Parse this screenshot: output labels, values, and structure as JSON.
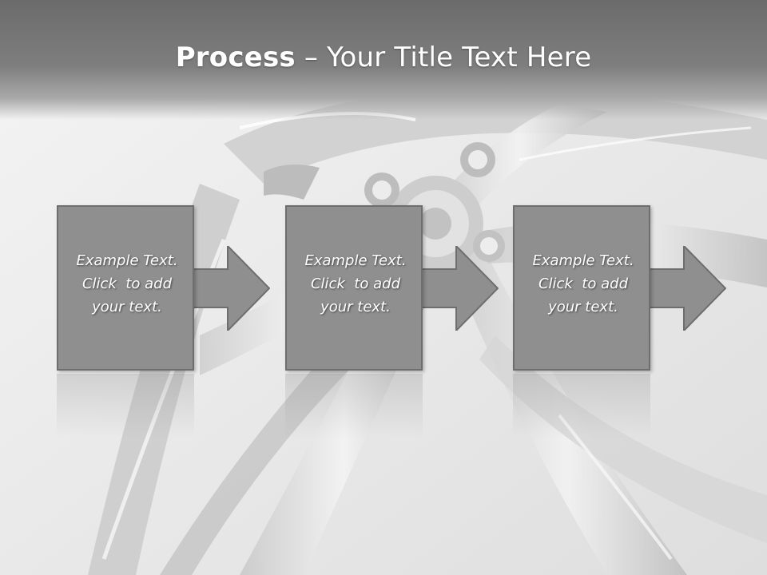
{
  "slide": {
    "title_bold": "Process",
    "title_rest": " – Your Title Text Here"
  },
  "steps": [
    {
      "line1": "Example Text.",
      "line2": "Click  to add",
      "line3": "your text."
    },
    {
      "line1": "Example Text.",
      "line2": "Click  to add",
      "line3": "your text."
    },
    {
      "line1": "Example Text.",
      "line2": "Click  to add",
      "line3": "your text."
    }
  ],
  "icons": {
    "step_connector": "right-arrow-icon",
    "background": "alloy-wheel"
  },
  "colors": {
    "title_band": "#6b6b6b",
    "box_fill": "#8f8f8f",
    "box_border": "#6e6e6e",
    "text": "#ffffff"
  }
}
